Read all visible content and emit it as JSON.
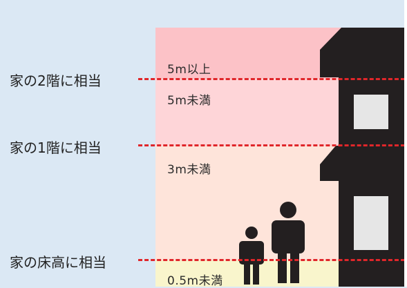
{
  "bands": [
    {
      "label": "5m以上",
      "color": "#fcc2c7"
    },
    {
      "label": "5m未満",
      "color": "#fed5d8"
    },
    {
      "label": "3m未満",
      "color": "#fee4da"
    },
    {
      "label": "0.5m未満",
      "color": "#f9f5cc"
    }
  ],
  "levels": [
    {
      "label": "家の2階に相当"
    },
    {
      "label": "家の1階に相当"
    },
    {
      "label": "家の床高に相当"
    }
  ],
  "colors": {
    "background": "#dbe8f4",
    "dash_line": "#e0262a",
    "house": "#231f20",
    "window": "#e6e6e6",
    "person": "#231f20"
  },
  "icons": [
    "house-icon",
    "adult-person-icon",
    "child-person-icon"
  ]
}
